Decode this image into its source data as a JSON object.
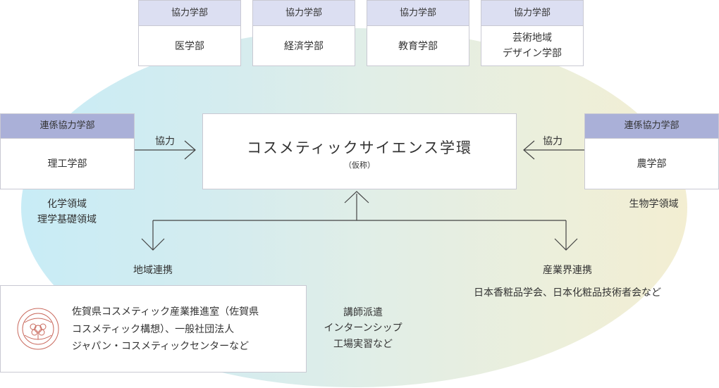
{
  "top_departments": [
    {
      "header": "協力学部",
      "name": "医学部"
    },
    {
      "header": "協力学部",
      "name": "経済学部"
    },
    {
      "header": "協力学部",
      "name": "教育学部"
    },
    {
      "header": "協力学部",
      "name_line1": "芸術地域",
      "name_line2": "デザイン学部"
    }
  ],
  "left_department": {
    "header": "連係協力学部",
    "name": "理工学部",
    "fields_line1": "化学領域",
    "fields_line2": "理学基礎領域"
  },
  "right_department": {
    "header": "連係協力学部",
    "name": "農学部",
    "fields": "生物学領域"
  },
  "arrow_labels": {
    "left": "協力",
    "right": "協力"
  },
  "center": {
    "title": "コスメティックサイエンス学環",
    "subtitle": "（仮称）"
  },
  "regional": {
    "label": "地域連携"
  },
  "industry": {
    "label": "産業界連携",
    "examples": "日本香粧品学会、日本化粧品技術者会など"
  },
  "bottom_box": {
    "line1": "佐賀県コスメティック産業推進室（佐賀県",
    "line2": "コスメティック構想）、一般社団法人",
    "line3": "ジャパン・コスメティックセンターなど"
  },
  "middle_text": {
    "line1": "講師派遣",
    "line2": "インターンシップ",
    "line3": "工場実習など"
  },
  "colors": {
    "header_light": "#dcdff2",
    "header_dark": "#aab0d8",
    "logo": "#c9695d"
  }
}
